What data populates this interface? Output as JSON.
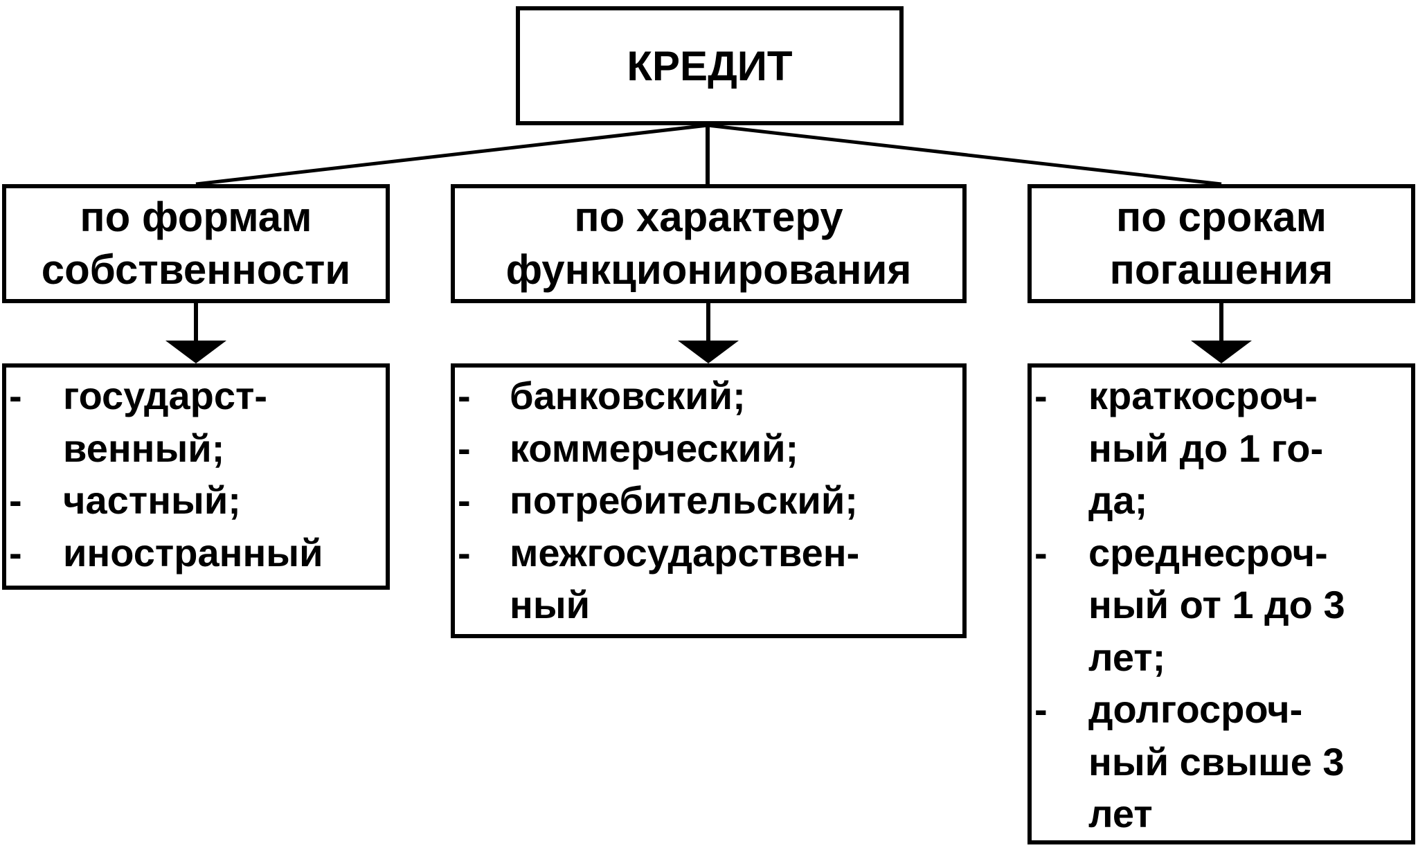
{
  "root": {
    "label": "КРЕДИТ"
  },
  "categories": [
    {
      "heading": [
        "по формам",
        "собственности"
      ],
      "items": [
        [
          "государст-",
          "венный;"
        ],
        [
          "частный;"
        ],
        [
          "иностранный"
        ]
      ]
    },
    {
      "heading": [
        "по характеру",
        "функционирования"
      ],
      "items": [
        [
          "банковский;"
        ],
        [
          "коммерческий;"
        ],
        [
          "потребительский;"
        ],
        [
          "межгосударствен-",
          "ный"
        ]
      ]
    },
    {
      "heading": [
        "по срокам",
        "погашения"
      ],
      "items": [
        [
          "краткосроч-",
          "ный до 1 го-",
          "да;"
        ],
        [
          "среднесроч-",
          "ный от 1 до 3",
          "лет;"
        ],
        [
          "долгосроч-",
          "ный свыше 3",
          "лет"
        ]
      ]
    }
  ],
  "list_marker": "-"
}
